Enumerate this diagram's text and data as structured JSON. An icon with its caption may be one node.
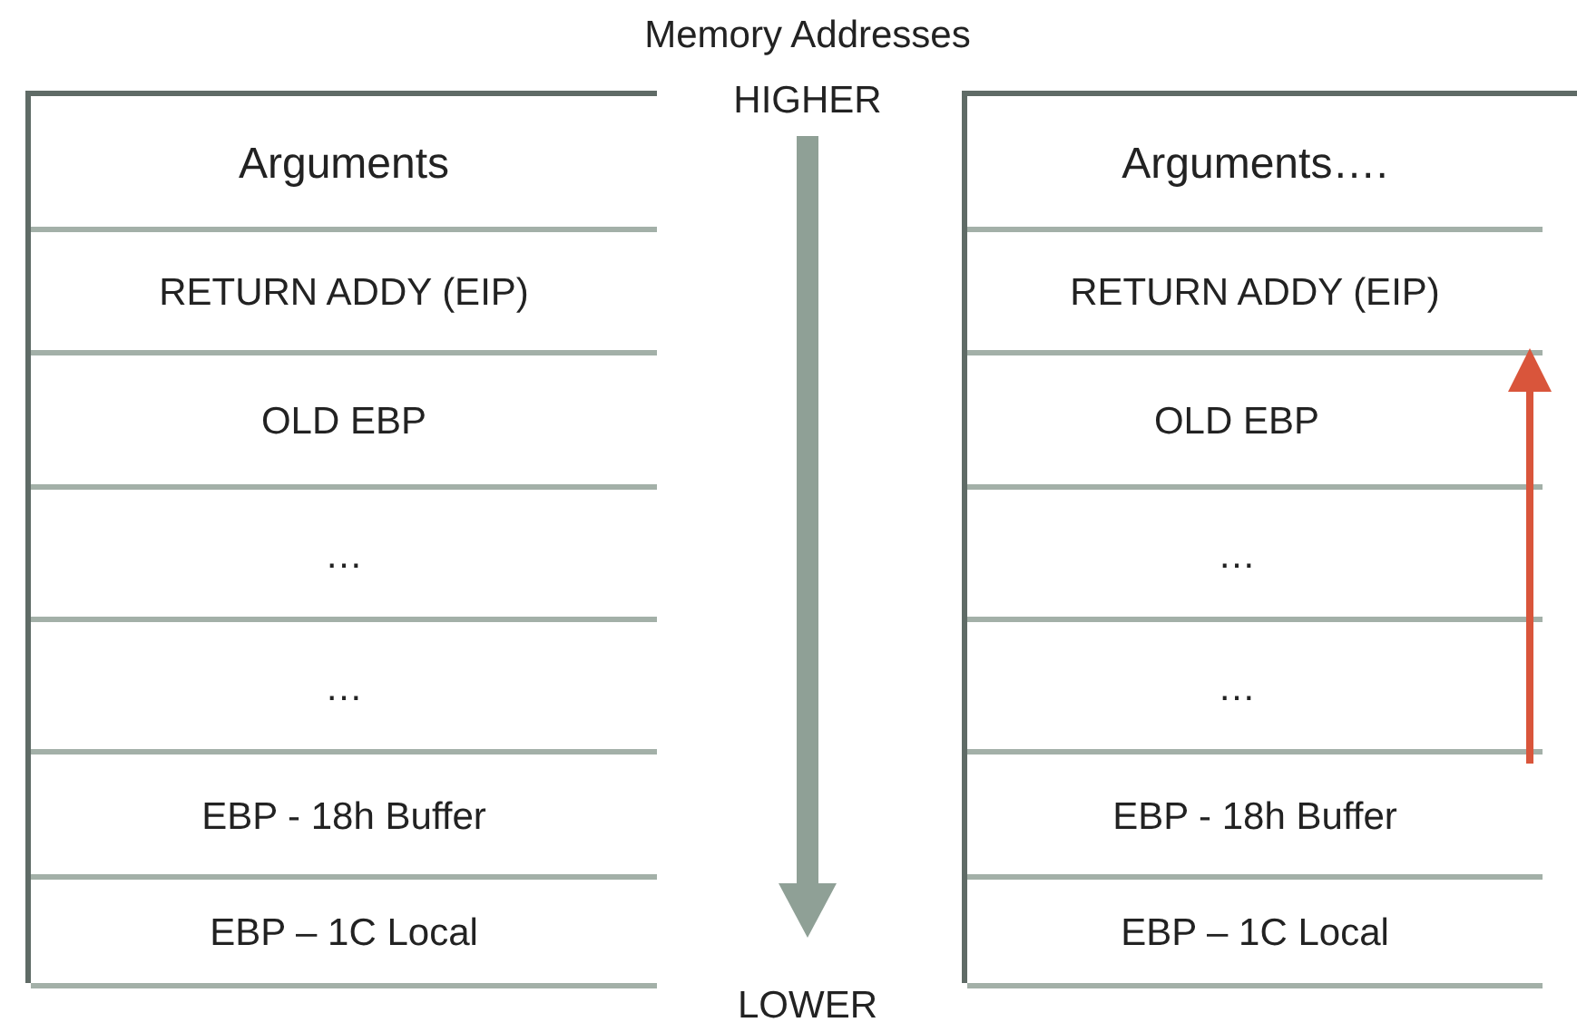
{
  "diagram": {
    "nodes": [
      {
        "text": [],
        "shape": "box"
      },
      {
        "text": [
          "Arguments"
        ],
        "in": 0
      },
      {
        "text": [
          "RETURN ADDY (EIP)"
        ],
        "in": 0
      },
      {
        "text": [
          "OLD EBP"
        ],
        "in": 0
      },
      {
        "text": [
          "…"
        ],
        "in": 0
      },
      {
        "text": [
          "…"
        ],
        "in": 0
      },
      {
        "text": [
          "EBP - 18h Buffer"
        ],
        "in": 0
      },
      {
        "text": [
          "EBP – 1C Local"
        ],
        "in": 0
      },
      {
        "text": [],
        "shape": "box"
      },
      {
        "text": [
          "Arguments…."
        ],
        "in": 8
      },
      {
        "text": [
          "RETURN ADDY (EIP)"
        ],
        "in": 8
      },
      {
        "text": [
          "OLD EBP"
        ],
        "in": 8
      },
      {
        "text": [
          "…"
        ],
        "in": 8
      },
      {
        "text": [
          "…"
        ],
        "in": 8
      },
      {
        "text": [
          "EBP - 18h Buffer"
        ],
        "in": 8
      },
      {
        "text": [
          "EBP – 1C Local"
        ],
        "in": 8
      }
    ],
    "edges": [
      {
        "from": 14,
        "to": 10,
        "arrow": "to",
        "color": "#d9553b"
      }
    ],
    "labels": [
      "Memory Addresses",
      "HIGHER",
      "LOWER"
    ]
  }
}
